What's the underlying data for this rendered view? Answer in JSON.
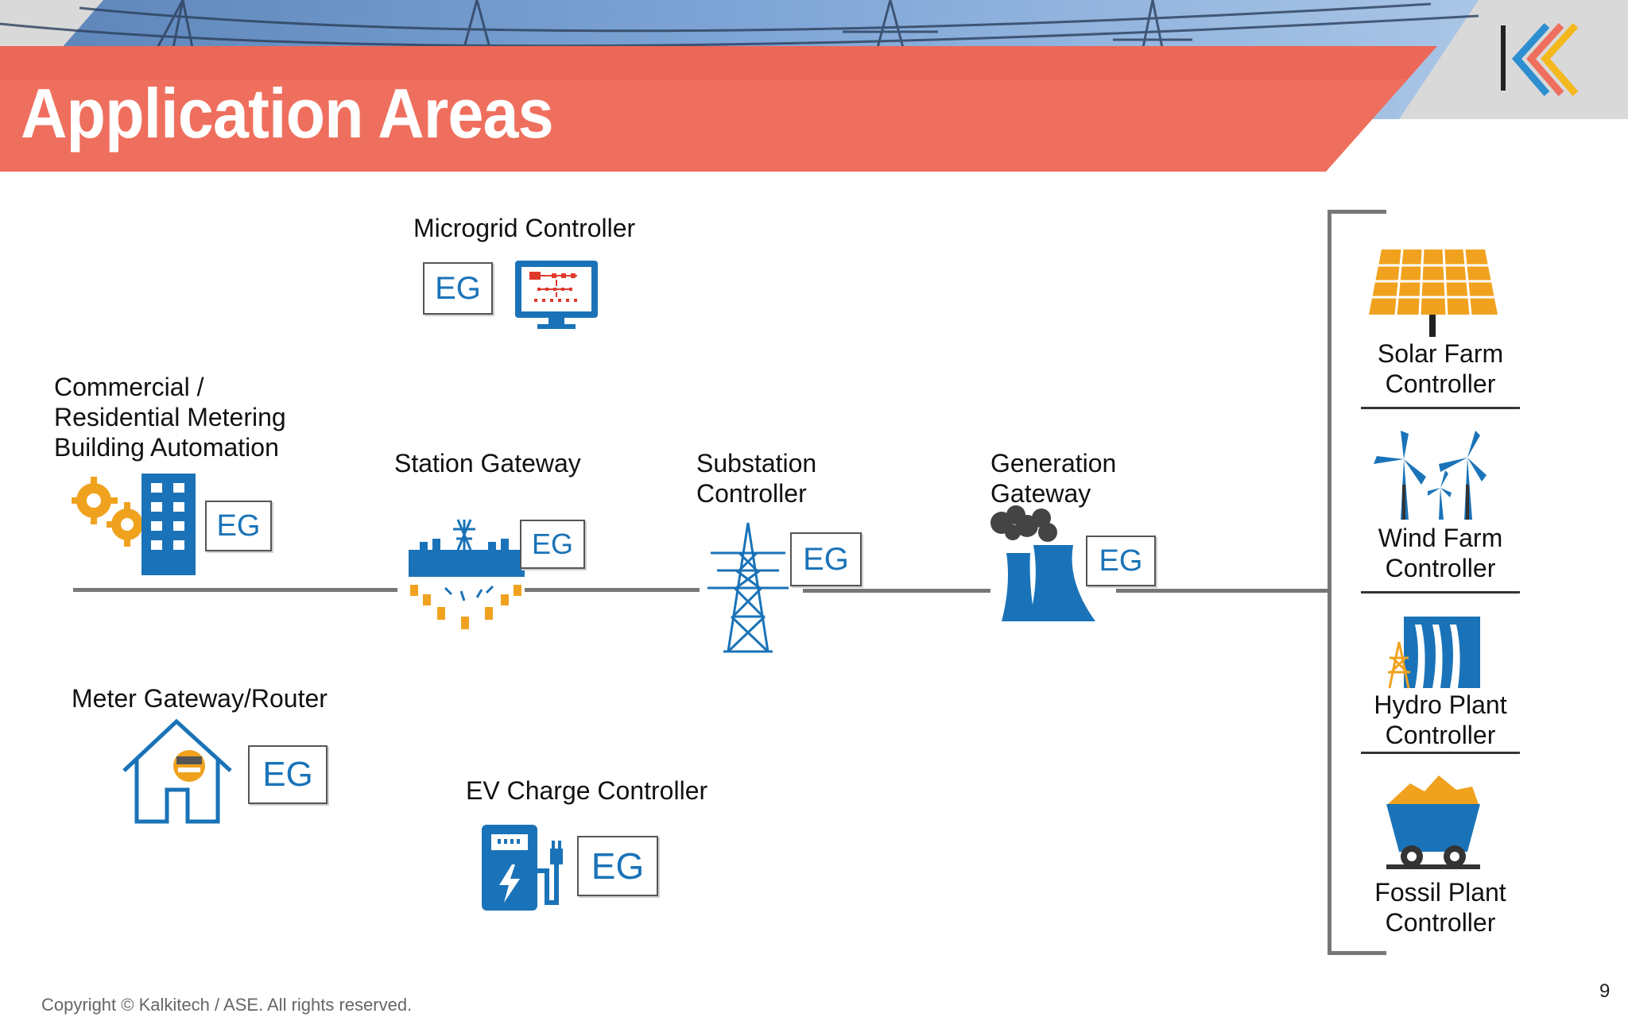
{
  "slide": {
    "title": "Application Areas",
    "footer": "Copyright © Kalkitech / ASE. All rights reserved.",
    "page_number": "9"
  },
  "brand": {
    "logo_icon": "kalkitech-logo-icon",
    "banner_color": "#ef6f5e",
    "eg_text_color": "#1a73b8",
    "icon_blue": "#1a73b8",
    "icon_orange": "#f0a21f"
  },
  "eg_badge": "EG",
  "nodes": {
    "microgrid": {
      "label": "Microgrid Controller"
    },
    "commercial": {
      "line1": "Commercial /",
      "line2": "Residential Metering",
      "line3": "Building Automation"
    },
    "station": {
      "label": "Station Gateway"
    },
    "substation": {
      "line1": "Substation",
      "line2": "Controller"
    },
    "generation": {
      "line1": "Generation",
      "line2": "Gateway"
    },
    "meter": {
      "label": "Meter Gateway/Router"
    },
    "ev": {
      "label": "EV Charge Controller"
    }
  },
  "plants": [
    {
      "line1": "Solar Farm",
      "line2": "Controller",
      "icon": "solar-panel-icon"
    },
    {
      "line1": "Wind Farm",
      "line2": "Controller",
      "icon": "wind-turbine-icon"
    },
    {
      "line1": "Hydro Plant",
      "line2": "Controller",
      "icon": "hydro-dam-icon"
    },
    {
      "line1": "Fossil Plant",
      "line2": "Controller",
      "icon": "coal-cart-icon"
    }
  ]
}
